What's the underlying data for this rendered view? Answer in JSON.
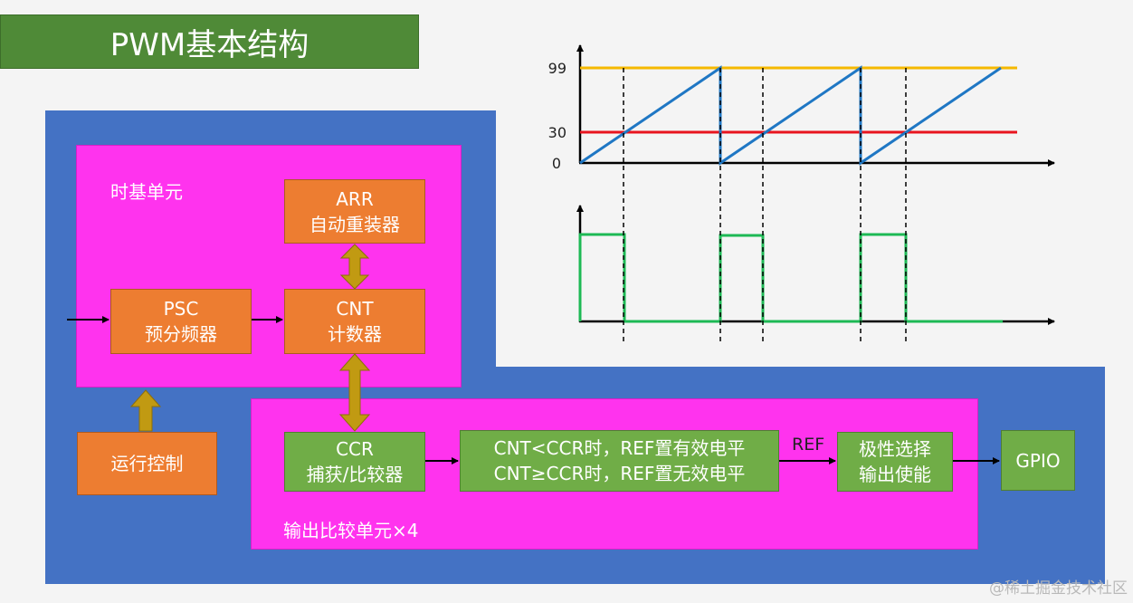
{
  "title": "PWM基本结构",
  "time_base_unit": {
    "label": "时基单元",
    "arr": {
      "line1": "ARR",
      "line2": "自动重装器"
    },
    "psc": {
      "line1": "PSC",
      "line2": "预分频器"
    },
    "cnt": {
      "line1": "CNT",
      "line2": "计数器"
    }
  },
  "run_control": "运行控制",
  "output_compare_unit": {
    "label": "输出比较单元×4",
    "ccr": {
      "line1": "CCR",
      "line2": "捕获/比较器"
    },
    "mode": {
      "line1": "CNT<CCR时，REF置有效电平",
      "line2": "CNT≥CCR时，REF置无效电平"
    },
    "ref_label": "REF",
    "polarity": {
      "line1": "极性选择",
      "line2": "输出使能"
    }
  },
  "gpio": "GPIO",
  "waveform": {
    "y_ticks": [
      "99",
      "30",
      "0"
    ],
    "arr_value": 99,
    "ccr_value": 30,
    "colors": {
      "arr_line": "#f5b800",
      "ccr_line": "#e8141e",
      "counter": "#1f77c4",
      "pwm": "#1db954",
      "accent_blue": "#4472c4",
      "accent_magenta": "#ff33ee"
    }
  },
  "watermark": "@稀土掘金技术社区"
}
